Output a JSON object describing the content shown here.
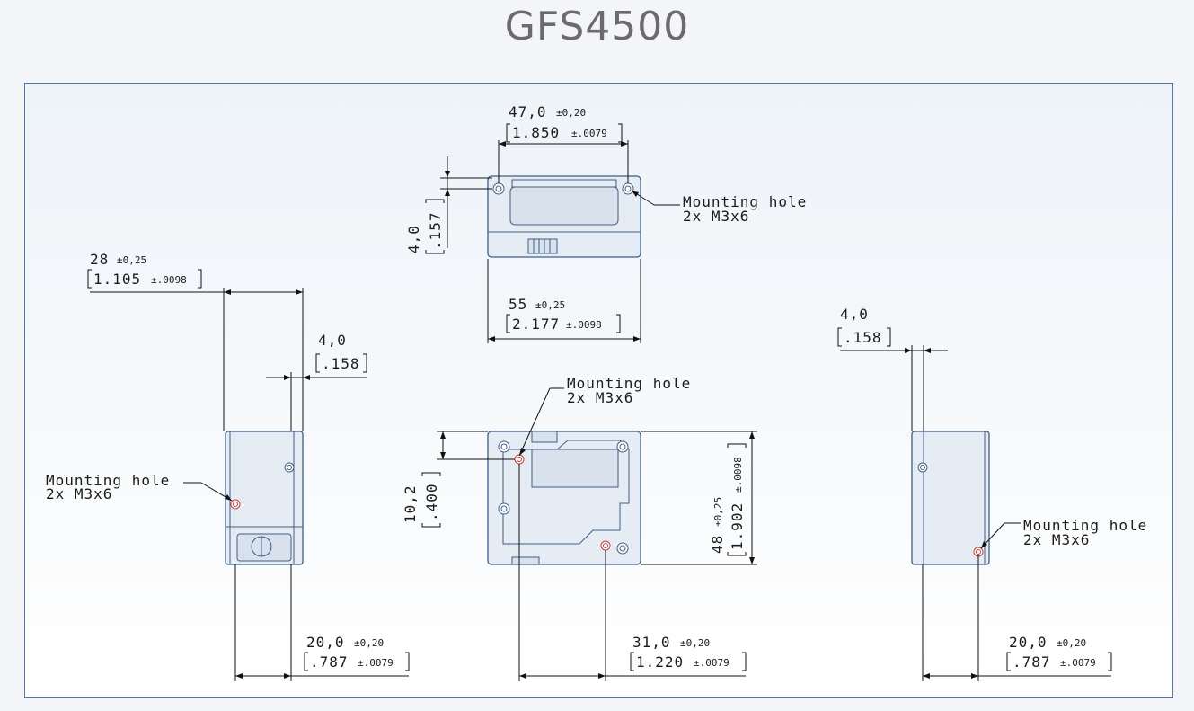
{
  "title": "GFS4500",
  "views": {
    "top": {
      "width_mm": "47,0",
      "width_tol": "±0,20",
      "width_in": "1.850",
      "width_in_tol": "±.0079",
      "hole_offset_mm": "4,0",
      "hole_offset_in": ".157",
      "body_mm": "55",
      "body_tol": "±0,25",
      "body_in": "2.177",
      "body_in_tol": "±.0098",
      "hole_label_1": "Mounting hole",
      "hole_label_2": "2x M3x6"
    },
    "left": {
      "depth_mm": "28",
      "depth_tol": "±0,25",
      "depth_in": "1.105",
      "depth_in_tol": "±.0098",
      "offset_mm": "4,0",
      "offset_in": ".158",
      "spacing_mm": "20,0",
      "spacing_tol": "±0,20",
      "spacing_in": ".787",
      "spacing_in_tol": "±.0079",
      "hole_label_1": "Mounting hole",
      "hole_label_2": "2x M3x6"
    },
    "front": {
      "hole_label_1": "Mounting hole",
      "hole_label_2": "2x M3x6",
      "vert_mm": "10,2",
      "vert_in": ".400",
      "height_mm": "48",
      "height_tol": "±0,25",
      "height_in": "1.902",
      "height_in_tol": "±.0098",
      "spacing_mm": "31,0",
      "spacing_tol": "±0,20",
      "spacing_in": "1.220",
      "spacing_in_tol": "±.0079"
    },
    "right": {
      "offset_mm": "4,0",
      "offset_in": ".158",
      "hole_label_1": "Mounting hole",
      "hole_label_2": "2x M3x6",
      "spacing_mm": "20,0",
      "spacing_tol": "±0,20",
      "spacing_in": ".787",
      "spacing_in_tol": "±.0079"
    }
  }
}
